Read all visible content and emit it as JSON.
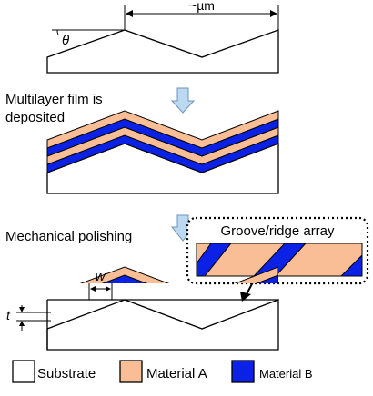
{
  "dimension": {
    "scale_label": "~µm",
    "angle_symbol": "θ"
  },
  "steps": [
    {
      "line1": "Multilayer film is",
      "line2": "deposited"
    },
    {
      "label": "Mechanical polishing"
    }
  ],
  "inset": {
    "title": "Groove/ridge array"
  },
  "parameters": {
    "width_symbol": "w",
    "thickness_symbol": "t"
  },
  "legend": [
    {
      "label": "Substrate",
      "color": "#ffffff"
    },
    {
      "label": "Material A",
      "color": "#f9be96"
    },
    {
      "label": "Material B",
      "color": "#0b22e6"
    }
  ],
  "colors": {
    "arrow_fill": "#bcd9f2",
    "arrow_stroke": "#6f93b5",
    "outline": "#000000"
  }
}
